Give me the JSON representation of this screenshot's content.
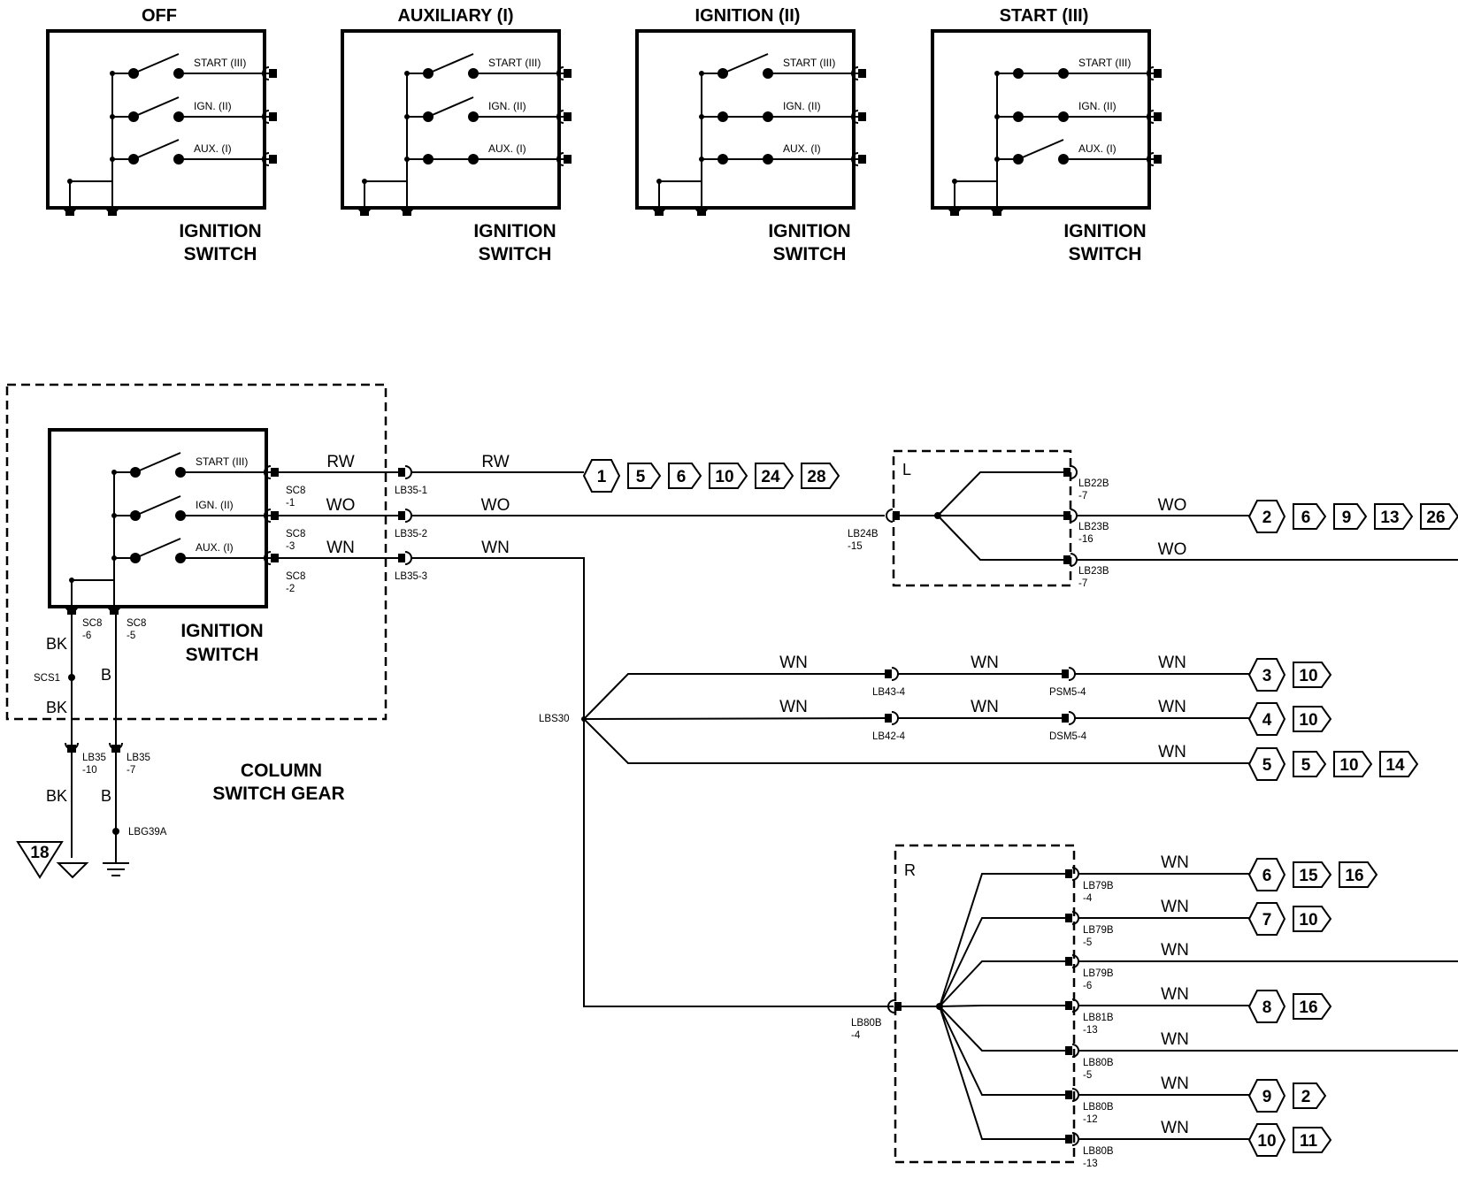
{
  "positions": [
    {
      "title": "OFF",
      "state": [
        false,
        false,
        false
      ]
    },
    {
      "title": "AUXILIARY (I)",
      "state": [
        false,
        false,
        true
      ]
    },
    {
      "title": "IGNITION (II)",
      "state": [
        false,
        true,
        true
      ]
    },
    {
      "title": "START (III)",
      "state": [
        true,
        true,
        false
      ]
    }
  ],
  "switch_labels": [
    "START (III)",
    "IGN. (II)",
    "AUX. (I)"
  ],
  "ignition_switch_label": [
    "IGNITION",
    "SWITCH"
  ],
  "column_switch_gear": [
    "COLUMN",
    "SWITCH GEAR"
  ],
  "harness_L": "L",
  "harness_R": "R",
  "terminals": [
    {
      "id": "t-start",
      "conn": [
        "SC8",
        "-1"
      ],
      "wire": "RW"
    },
    {
      "id": "t-ign",
      "conn": [
        "SC8",
        "-3"
      ],
      "wire": "WO"
    },
    {
      "id": "t-aux",
      "conn": [
        "SC8",
        "-2"
      ],
      "wire": "WN"
    }
  ],
  "ground_side": {
    "left_conn": [
      "SC8",
      "-6"
    ],
    "right_conn": [
      "SC8",
      "-5"
    ],
    "left_wire_upper": "BK",
    "left_wire_lower": "BK",
    "left_wire_bottom": "BK",
    "right_wire_upper": "B",
    "right_wire_bottom": "B",
    "splice": "SCS1",
    "lb35_left": [
      "LB35",
      "-10"
    ],
    "lb35_right": [
      "LB35",
      "-7"
    ],
    "ground_point": "LBG39A",
    "ground_ref": "18"
  },
  "line_connectors": [
    "LB35-1",
    "LB35-2",
    "LB35-3"
  ],
  "rw_run": {
    "wire": "RW",
    "refs": [
      "1",
      "5",
      "6",
      "10",
      "24",
      "28"
    ]
  },
  "wo_run": {
    "wire": "WO",
    "in_conn": [
      "LB24B",
      "-15"
    ],
    "branches": [
      {
        "conn": [
          "LB22B",
          "-7"
        ],
        "wire": "",
        "refs": []
      },
      {
        "conn": [
          "LB23B",
          "-16"
        ],
        "wire": "WO",
        "refs": [
          "2",
          "6",
          "9",
          "13",
          "26"
        ]
      },
      {
        "conn": [
          "LB23B",
          "-7"
        ],
        "wire": "WO",
        "refs": []
      }
    ]
  },
  "wn_run": {
    "wire": "WN",
    "splice": "LBS30",
    "branches": [
      {
        "wire1": "WN",
        "conn1": "LB43-4",
        "wire2": "WN",
        "conn2": "PSM5-4",
        "wire3": "WN",
        "refs": [
          "3",
          "10"
        ]
      },
      {
        "wire1": "WN",
        "conn1": "LB42-4",
        "wire2": "WN",
        "conn2": "DSM5-4",
        "wire3": "WN",
        "refs": [
          "4",
          "10"
        ]
      },
      {
        "wire3": "WN",
        "refs": [
          "5",
          "5",
          "10",
          "14"
        ]
      }
    ]
  },
  "r_harness": {
    "in_conn": [
      "LB80B",
      "-4"
    ],
    "branches": [
      {
        "conn": [
          "LB79B",
          "-4"
        ],
        "wire": "WN",
        "refs": [
          "6",
          "15",
          "16"
        ]
      },
      {
        "conn": [
          "LB79B",
          "-5"
        ],
        "wire": "WN",
        "refs": [
          "7",
          "10"
        ]
      },
      {
        "conn": [
          "LB79B",
          "-6"
        ],
        "wire": "WN",
        "refs": []
      },
      {
        "conn": [
          "LB81B",
          "-13"
        ],
        "wire": "WN",
        "refs": [
          "8",
          "16"
        ]
      },
      {
        "conn": [
          "LB80B",
          "-5"
        ],
        "wire": "WN",
        "refs": []
      },
      {
        "conn": [
          "LB80B",
          "-12"
        ],
        "wire": "WN",
        "refs": [
          "9",
          "2"
        ]
      },
      {
        "conn": [
          "LB80B",
          "-13"
        ],
        "wire": "WN",
        "refs": [
          "10",
          "11"
        ]
      }
    ]
  }
}
